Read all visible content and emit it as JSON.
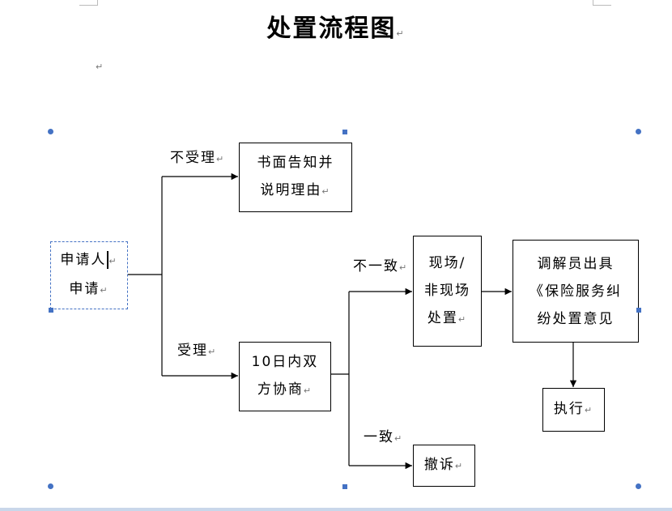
{
  "title": "处置流程图",
  "paragraph_mark": "↵",
  "nodes": {
    "applicant": {
      "lines": [
        "申请人",
        "申请"
      ]
    },
    "written_notice": {
      "lines": [
        "书面告知并",
        "说明理由"
      ]
    },
    "negotiation": {
      "lines": [
        "10日内双",
        "方协商"
      ]
    },
    "onsite": {
      "lines": [
        "现场/",
        "非现场",
        "处置"
      ]
    },
    "mediator": {
      "lines": [
        "调解员出具",
        "《保险服务纠",
        "纷处置意见"
      ]
    },
    "execute": {
      "lines": [
        "执行"
      ]
    },
    "withdraw": {
      "lines": [
        "撤诉"
      ]
    }
  },
  "labels": {
    "not_accepted": "不受理",
    "accepted": "受理",
    "inconsistent": "不一致",
    "consistent": "一致"
  }
}
